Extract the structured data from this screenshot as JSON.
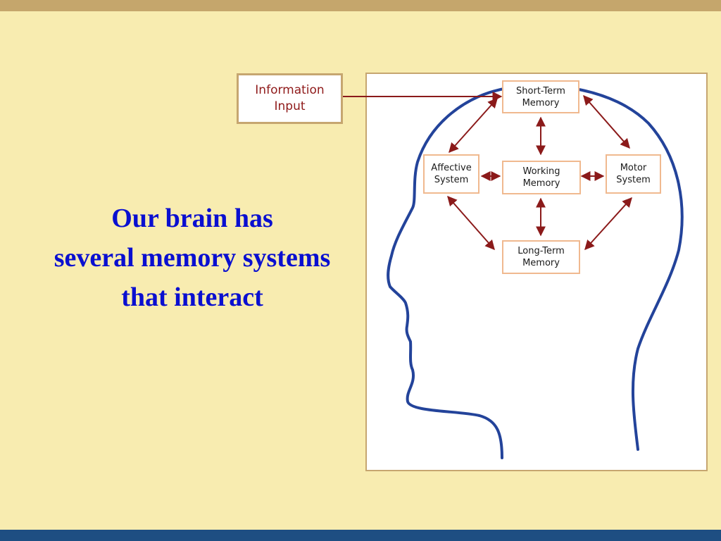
{
  "slide": {
    "title_lines": [
      "Our brain has",
      "several memory systems",
      "that interact"
    ]
  },
  "diagram": {
    "input_label": "Information\nInput",
    "nodes": {
      "short_term": "Short-Term\nMemory",
      "affective": "Affective\nSystem",
      "working": "Working\nMemory",
      "motor": "Motor\nSystem",
      "long_term": "Long-Term\nMemory"
    }
  },
  "colors": {
    "background": "#f8ecb0",
    "title": "#0a0fd0",
    "head_outline": "#23439a",
    "arrow": "#8b1a1a",
    "node_border": "#f0b98f",
    "frame_border": "#c6a670",
    "top_band": "#c5a66c",
    "bottom_band": "#1e4e82"
  }
}
